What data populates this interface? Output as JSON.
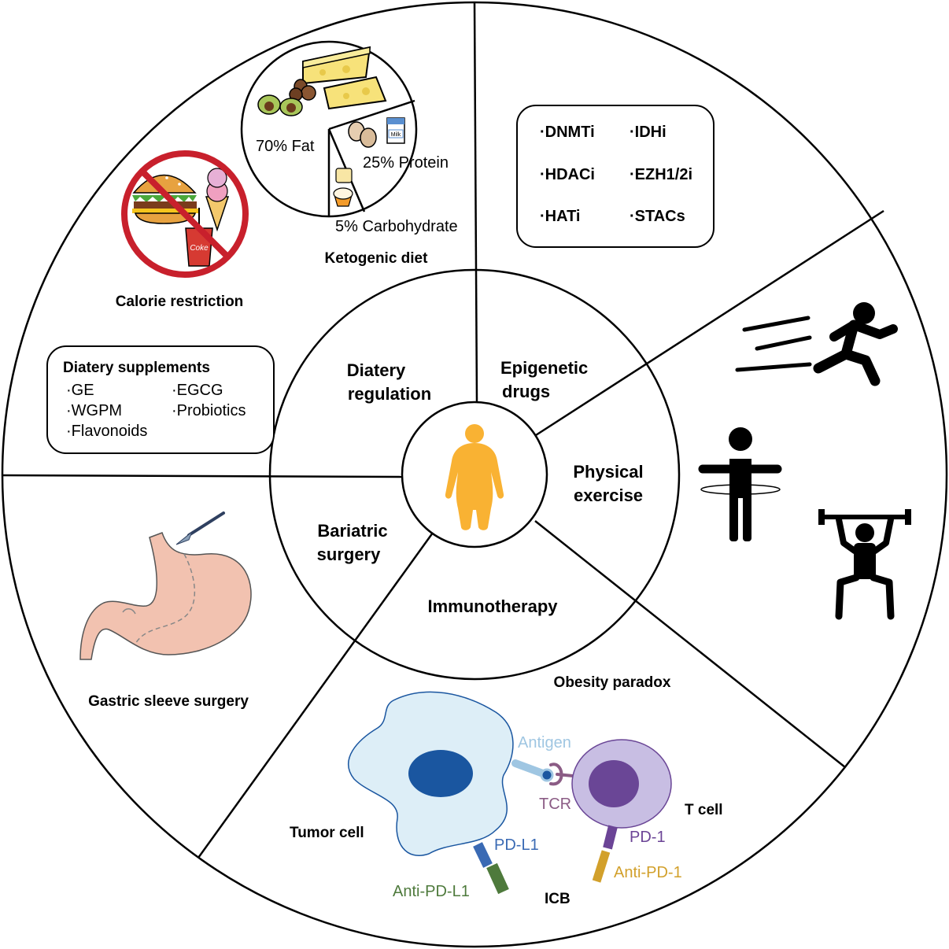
{
  "center_sections": {
    "dietary_regulation": [
      "Diatery",
      "regulation"
    ],
    "epigenetic_drugs": [
      "Epigenetic",
      "drugs"
    ],
    "physical_exercise": [
      "Physical",
      "exercise"
    ],
    "bariatric_surgery": [
      "Bariatric",
      "surgery"
    ],
    "immunotherapy": "Immunotherapy"
  },
  "ketogenic": {
    "title": "Ketogenic diet",
    "fat": "70% Fat",
    "protein": "25% Protein",
    "carb": "5% Carbohydrate",
    "milk_label": "Milk"
  },
  "calorie": {
    "title": "Calorie restriction",
    "coke_label": "Coke"
  },
  "supplements": {
    "title": "Diatery supplements",
    "items": [
      "·GE",
      "·EGCG",
      "·WGPM",
      "·Probiotics",
      "·Flavonoids"
    ]
  },
  "epigenetic_box": {
    "items": [
      "·DNMTi",
      "·IDHi",
      "·HDACi",
      "·EZH1/2i",
      "·HATi",
      "·STACs"
    ]
  },
  "gastric": {
    "title": "Gastric sleeve surgery"
  },
  "immuno": {
    "title": "Obesity paradox",
    "antigen": "Antigen",
    "tcr": "TCR",
    "tcell": "T cell",
    "tumor": "Tumor cell",
    "pdl1": "PD-L1",
    "pd1": "PD-1",
    "anti_pdl1": "Anti-PD-L1",
    "anti_pd1": "Anti-PD-1",
    "icb": "ICB"
  },
  "colors": {
    "body": "#f9b233",
    "tumor_fill": "#ddeef7",
    "tumor_nucleus": "#1a56a0",
    "tcell_fill": "#c8bee3",
    "tcell_nucleus": "#6a4696",
    "antigen": "#9fc6e2",
    "tcr": "#8b5c85",
    "pdl1": "#3a6ab4",
    "pd1": "#6b4496",
    "anti_pdl1": "#4e7a3c",
    "anti_pd1": "#d2a02b",
    "stomach": "#f2c2b0",
    "no_sign": "#c8202c"
  }
}
